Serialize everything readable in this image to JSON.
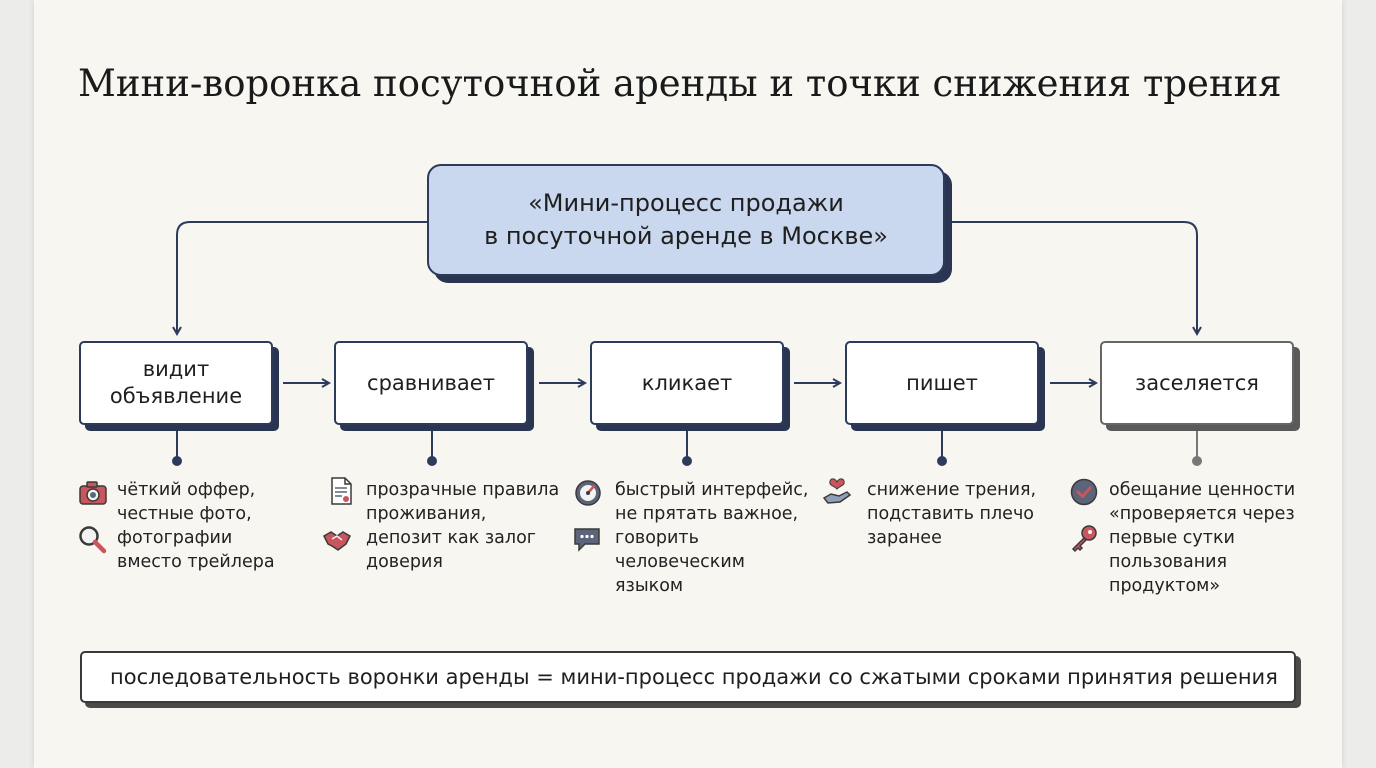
{
  "title": "Мини-воронка посуточной аренды и точки снижения трения",
  "root_label": "«Мини-процесс продажи\nв посуточной аренде в Москве»",
  "steps": [
    {
      "label": "видит\nобъявление",
      "note": "чёткий оффер,\nчестные фото,\nфотографии\nвместо трейлера",
      "icons": [
        "camera-icon",
        "magnifier-icon"
      ]
    },
    {
      "label": "сравнивает",
      "note": "прозрачные правила\nпроживания,\nдепозит как залог\nдоверия",
      "icons": [
        "document-icon",
        "handshake-icon"
      ]
    },
    {
      "label": "кликает",
      "note": "быстрый интерфейс,\nне прятать важное,\nговорить\nчеловеческим\nязыком",
      "icons": [
        "speedometer-icon",
        "chat-bubble-icon"
      ]
    },
    {
      "label": "пишет",
      "note": "снижение трения,\nподставить плечо\nзаранее",
      "icons": [
        "heart-hand-icon"
      ]
    },
    {
      "label": "заселяется",
      "note": "обещание ценности\n«проверяется через\nпервые сутки\nпользования\nпродуктом»",
      "icons": [
        "check-badge-icon",
        "key-icon"
      ]
    }
  ],
  "footer": "последовательность воронки аренды = мини-процесс продажи со сжатыми сроками принятия решения",
  "colors": {
    "root_fill": "#c9d8ee",
    "border": "#2c3a5c",
    "icon_red": "#c9555d",
    "icon_gray": "#5b6478"
  }
}
